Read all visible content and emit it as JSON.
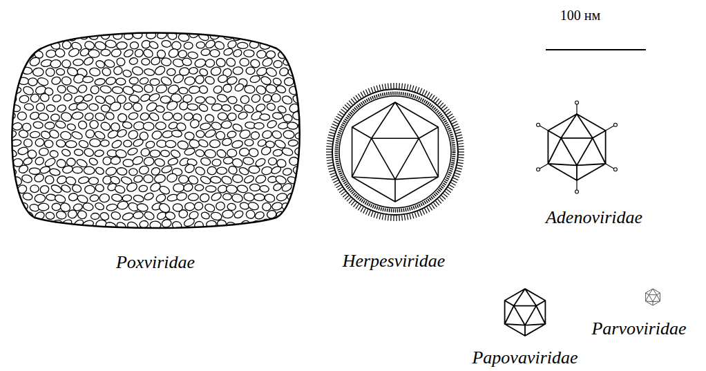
{
  "diagram": {
    "labels": [
      "100 нм",
      "Poxviridae",
      "Herpesviridae",
      "Adenoviridae",
      "Papovaviridae",
      "Parvoviridae"
    ]
  }
}
